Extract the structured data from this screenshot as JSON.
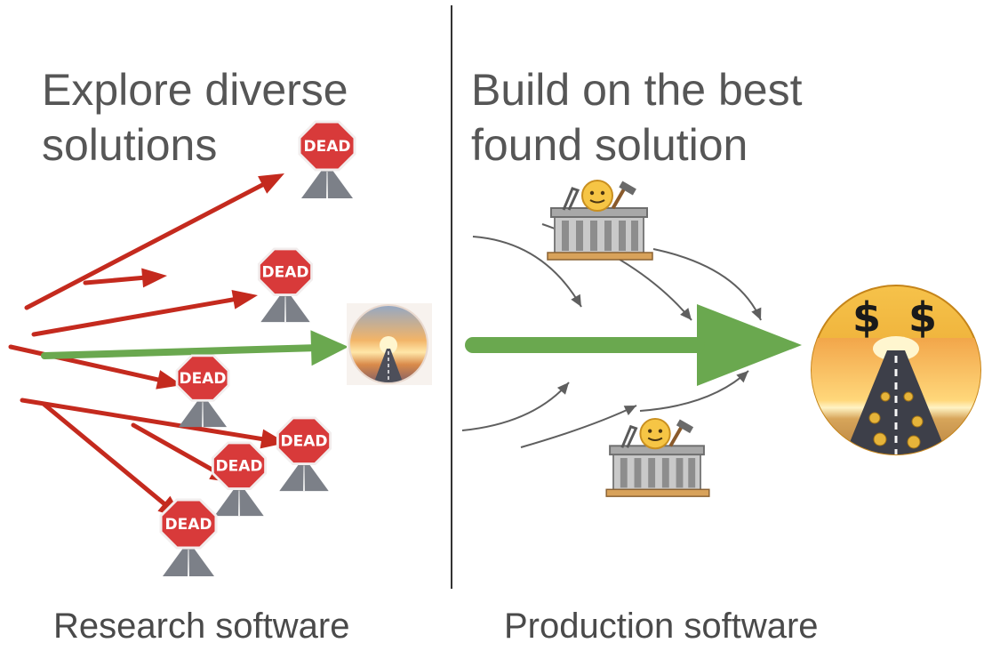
{
  "left": {
    "heading": "Explore diverse\nsolutions",
    "caption": "Research software"
  },
  "right": {
    "heading": "Build on the best\nfound solution",
    "caption": "Production software"
  },
  "signs": {
    "dead_text": "DEAD",
    "dollar_text": "$"
  },
  "colors": {
    "red_arrow": "#c42a1e",
    "green_arrow": "#6aa84f",
    "grey_arrow": "#5f5f5f",
    "divider": "#333333",
    "sign_red": "#d83a3a",
    "text": "#565656"
  },
  "icons": [
    "dead-end-sign-icon",
    "sunrise-road-icon",
    "construction-building-icon",
    "money-face-icon"
  ]
}
